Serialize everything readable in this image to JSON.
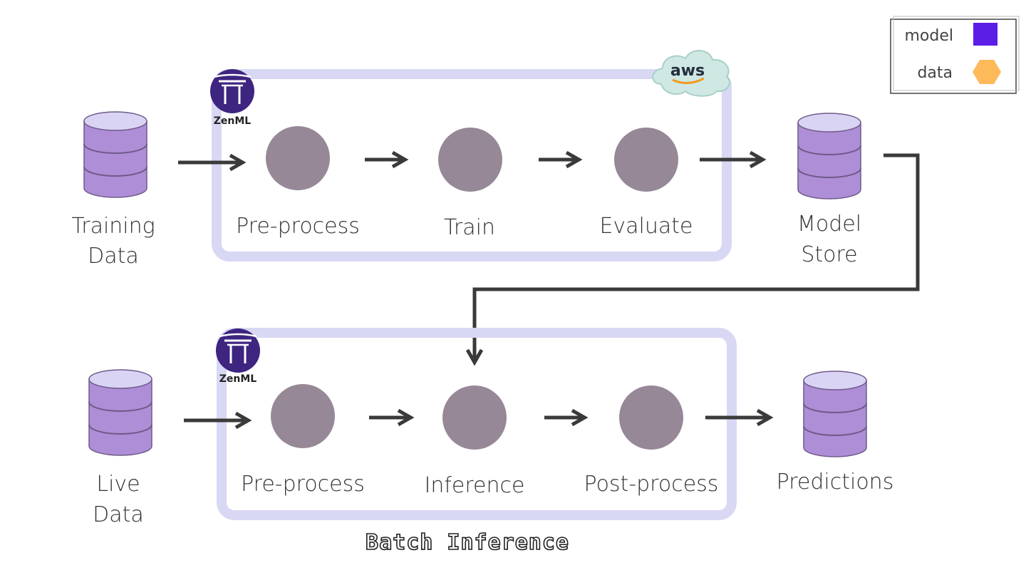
{
  "legend": {
    "items": [
      {
        "label": "model",
        "color": "#5b1ee6",
        "shape": "square"
      },
      {
        "label": "data",
        "color": "#fdb95a",
        "shape": "hexagon"
      }
    ]
  },
  "logos": {
    "zenml": "ZenML",
    "aws": "aws"
  },
  "training_pipeline": {
    "input": {
      "line1": "Training",
      "line2": "Data"
    },
    "steps": [
      "Pre-process",
      "Train",
      "Evaluate"
    ],
    "output": {
      "line1": "Model",
      "line2": "Store"
    }
  },
  "inference_pipeline": {
    "input": {
      "line1": "Live",
      "line2": "Data"
    },
    "steps": [
      "Pre-process",
      "Inference",
      "Post-process"
    ],
    "output": {
      "line1": "Predictions"
    },
    "caption": "Batch Inference"
  },
  "colors": {
    "pipeline_border": "#d8d8f4",
    "step_node": "#968896",
    "db_body": "#ae8ed6",
    "db_top": "#d9d4f4",
    "arrow": "#3a3a3a",
    "zen_badge": "#3e2580"
  }
}
